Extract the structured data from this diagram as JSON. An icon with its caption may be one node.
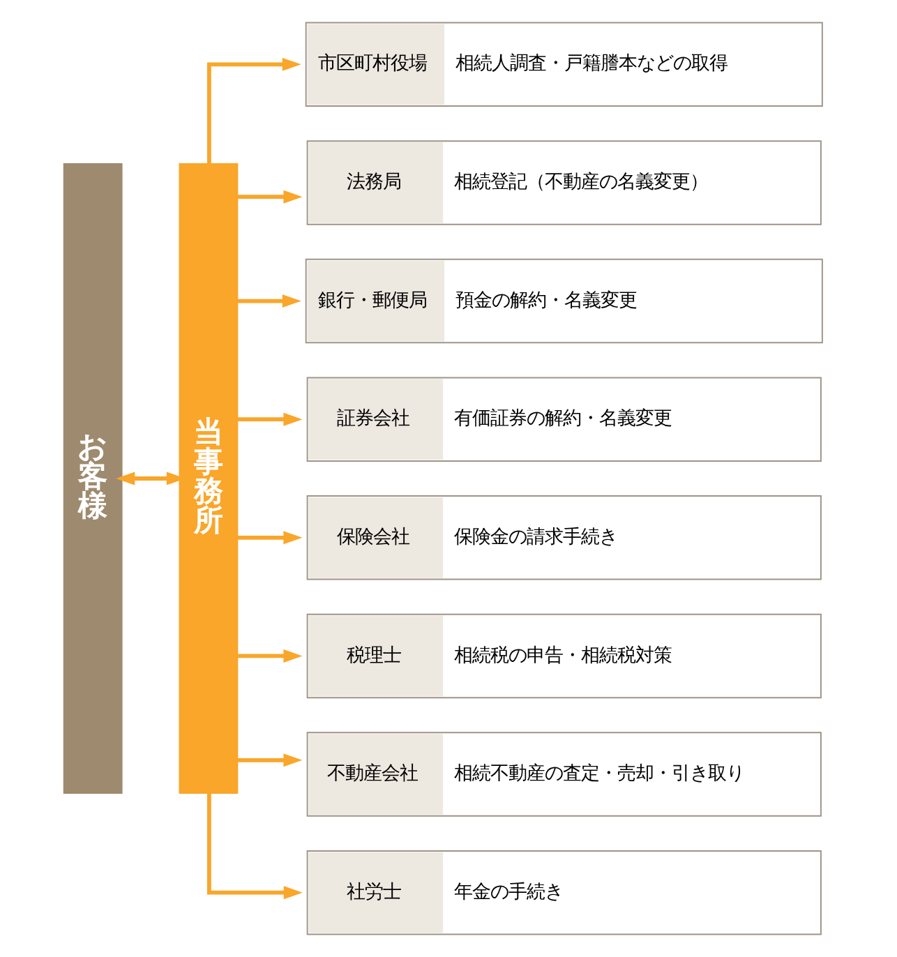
{
  "diagram": {
    "nodes": [
      {
        "text": [
          "お客様"
        ]
      },
      {
        "text": [
          "当事務所"
        ]
      },
      {
        "text": [
          "市区町村役場",
          "相続人調査・戸籍謄本などの取得"
        ]
      },
      {
        "text": [
          "法務局",
          "相続登記（不動産の名義変更）"
        ]
      },
      {
        "text": [
          "銀行・郵便局",
          "預金の解約・名義変更"
        ]
      },
      {
        "text": [
          "証券会社",
          "有価証券の解約・名義変更"
        ]
      },
      {
        "text": [
          "保険会社",
          "保険金の請求手続き"
        ]
      },
      {
        "text": [
          "税理士",
          "相続税の申告・相続税対策"
        ]
      },
      {
        "text": [
          "不動産会社",
          "相続不動産の査定・売却・引き取り"
        ]
      },
      {
        "text": [
          "社労士",
          "年金の手続き"
        ]
      }
    ],
    "edges": [
      {
        "from": 0,
        "to": 1,
        "arrow": "both"
      },
      {
        "from": 1,
        "to": 2,
        "arrow": "to"
      },
      {
        "from": 1,
        "to": 3,
        "arrow": "to"
      },
      {
        "from": 1,
        "to": 4,
        "arrow": "to"
      },
      {
        "from": 1,
        "to": 5,
        "arrow": "to"
      },
      {
        "from": 1,
        "to": 6,
        "arrow": "to"
      },
      {
        "from": 1,
        "to": 7,
        "arrow": "to"
      },
      {
        "from": 1,
        "to": 8,
        "arrow": "to"
      },
      {
        "from": 1,
        "to": 9,
        "arrow": "to"
      }
    ]
  }
}
